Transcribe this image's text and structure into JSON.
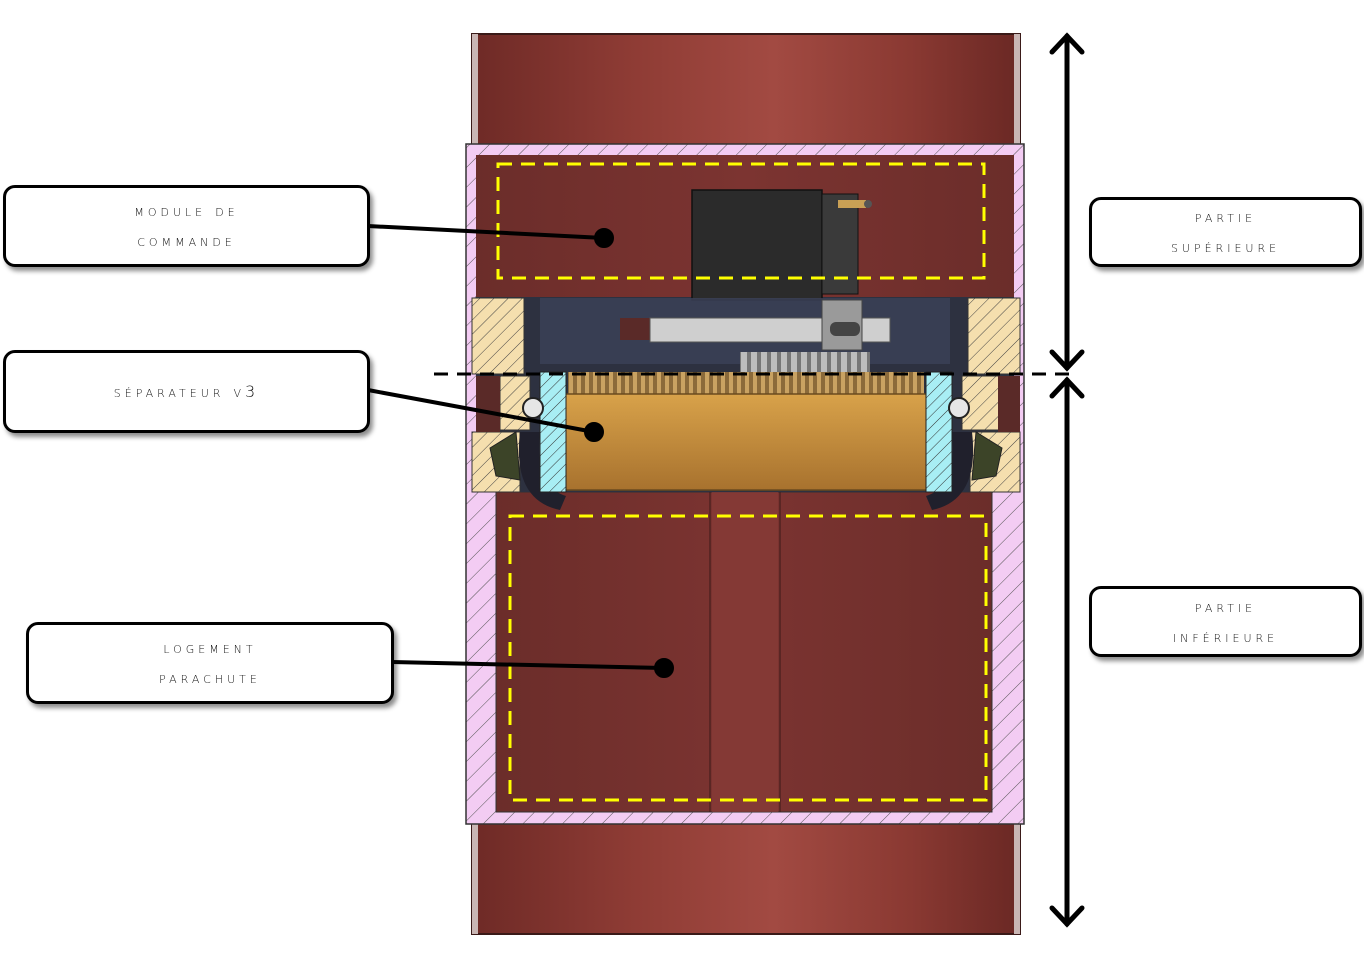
{
  "callouts": {
    "module": {
      "line1": "MODULE DE",
      "line2": "COMMANDE"
    },
    "separator": {
      "line1": "SÉPARATEUR V3"
    },
    "parachute": {
      "line1": "LOGEMENT",
      "line2": "PARACHUTE"
    },
    "upper": {
      "line1": "PARTIE",
      "line2": "SUPÉRIEURE"
    },
    "lower": {
      "line1": "PARTIE",
      "line2": "INFÉRIEURE"
    }
  },
  "colors": {
    "tube_red": "#8a3a33",
    "coupler_pink": "#f0c8f0",
    "hatch_tan": "#f3dca8",
    "separator_gold": "#c9923f",
    "servo_black": "#2c2c2c",
    "bracket_blue": "#9fe6ee",
    "dashed_yellow": "#ffff00"
  }
}
